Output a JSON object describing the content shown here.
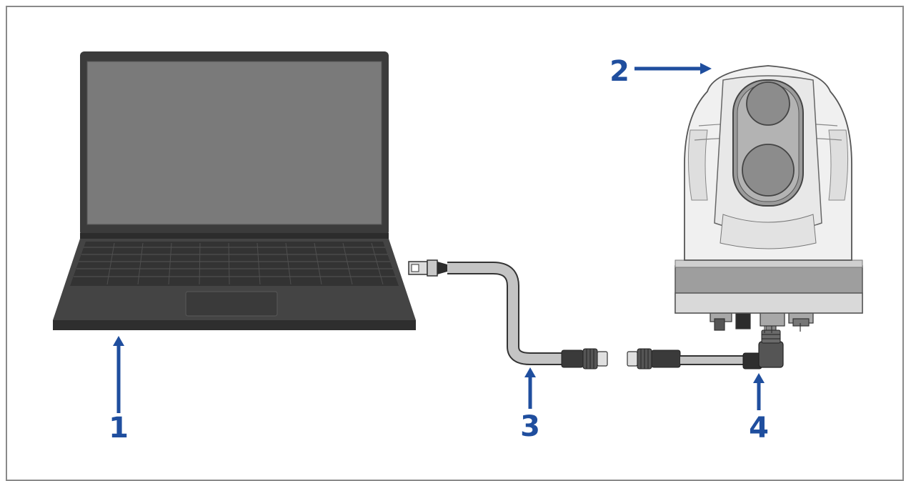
{
  "diagram": {
    "callouts": [
      {
        "id": "laptop",
        "label": "1"
      },
      {
        "id": "camera",
        "label": "2"
      },
      {
        "id": "ethernet-cable",
        "label": "3"
      },
      {
        "id": "camera-connector",
        "label": "4"
      }
    ],
    "colors": {
      "callout": "#1f4e9e",
      "frame": "#8a8a8a",
      "laptop_body": "#3b3b3b",
      "laptop_screen": "#7a7a7a",
      "cable": "#bdbdbd",
      "camera_body": "#f0f0f0",
      "camera_base": "#9e9e9e",
      "lens": "#8c8c8c"
    }
  }
}
